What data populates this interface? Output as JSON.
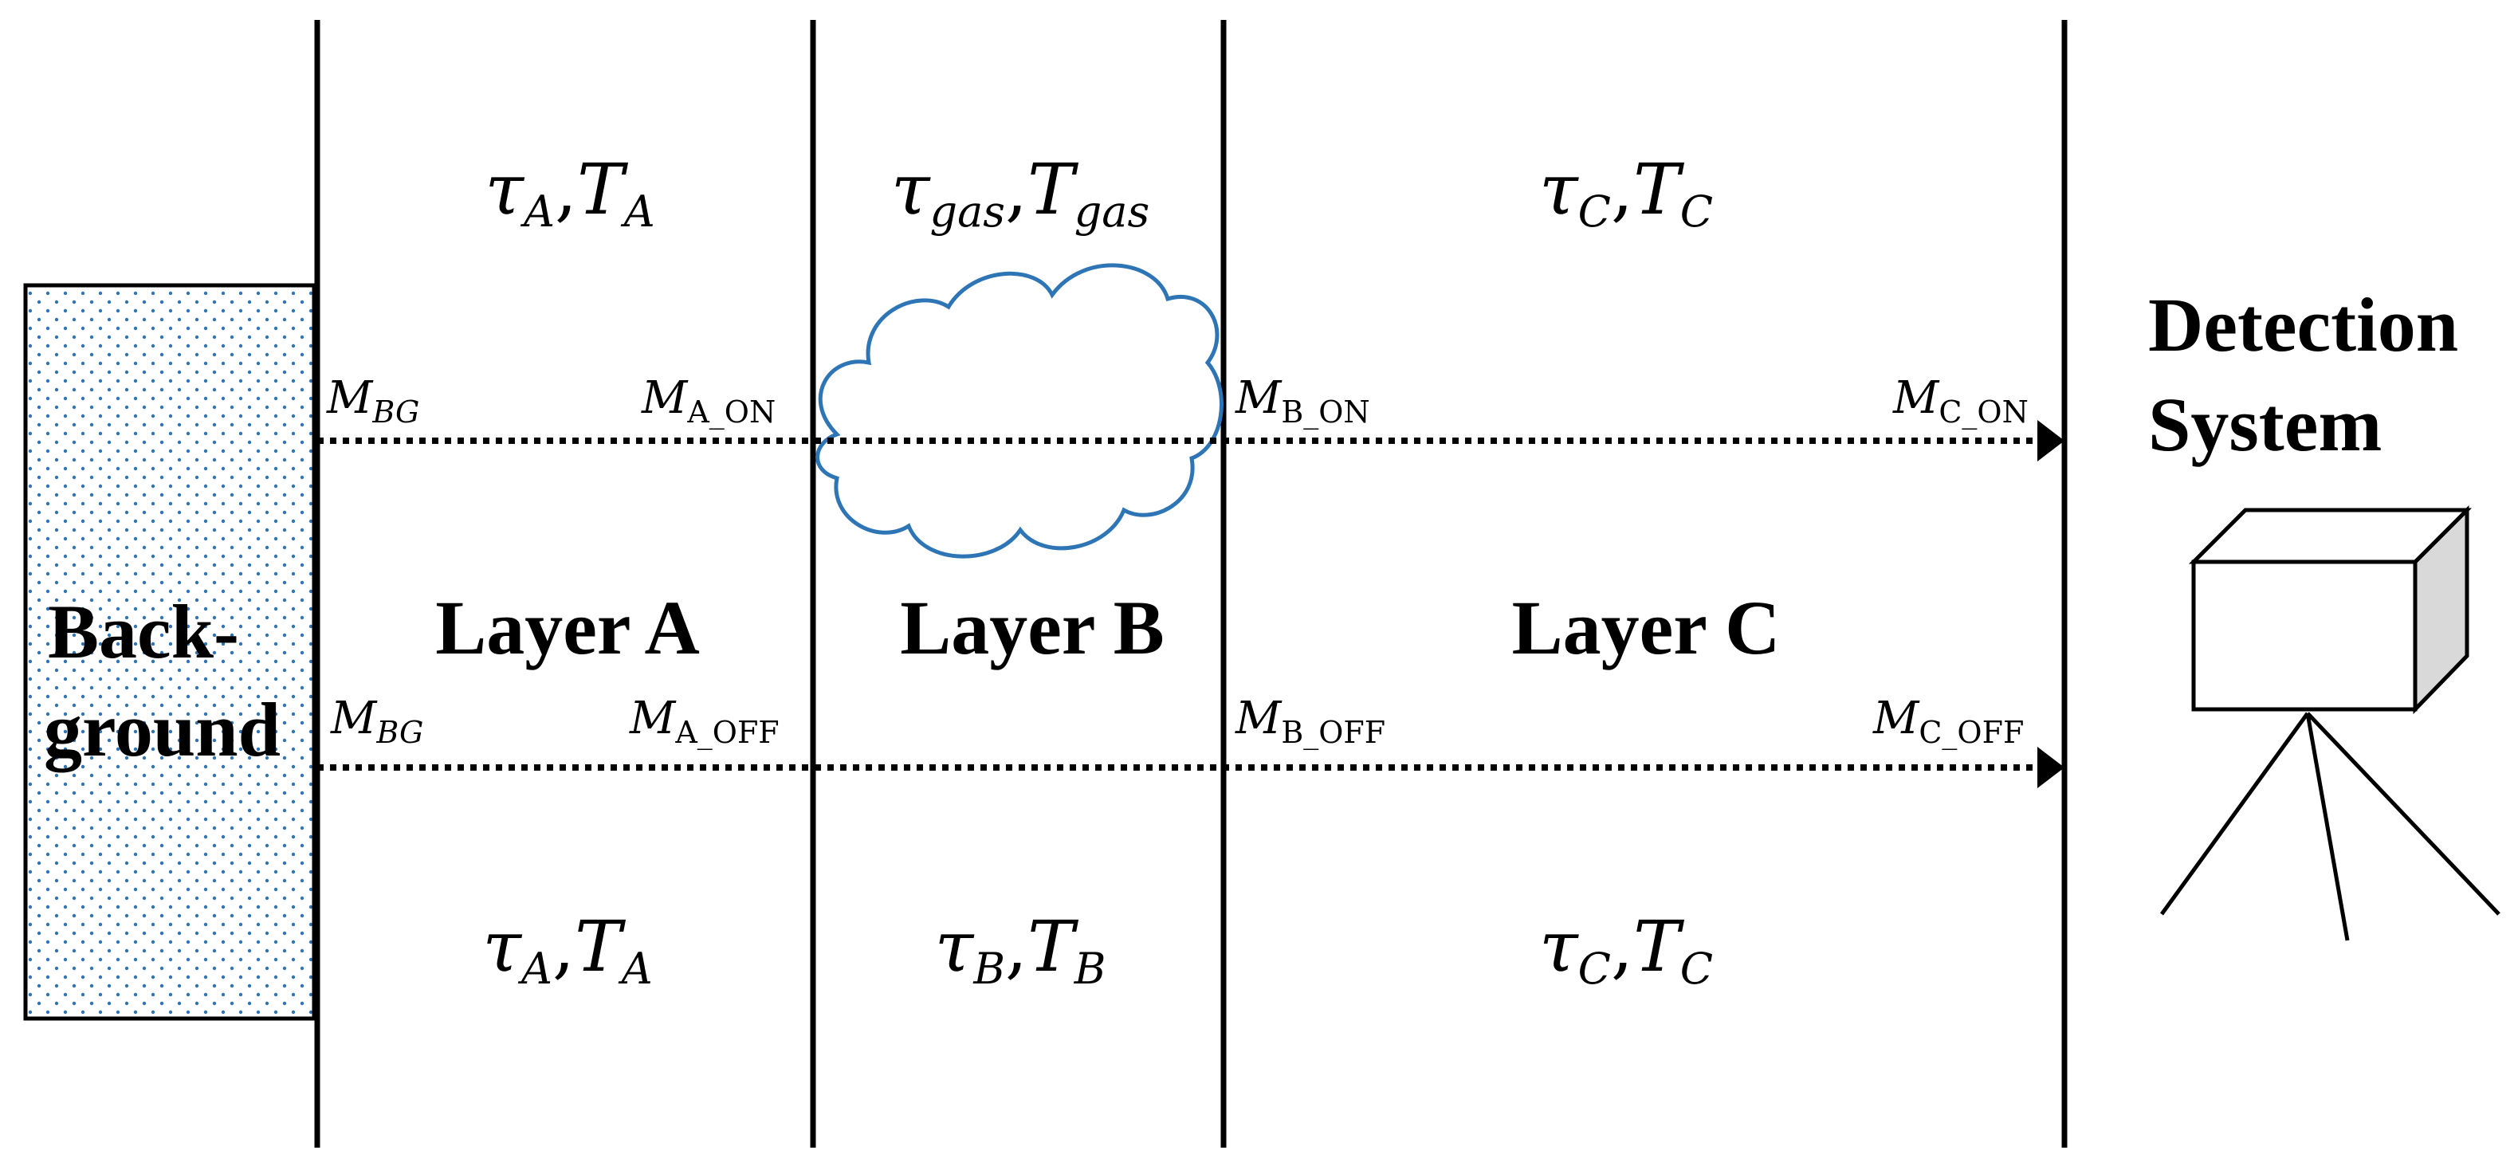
{
  "colors": {
    "ink": "#000000",
    "cloud_stroke": "#2E75B6",
    "dots": "#2E75B6",
    "camera_side": "#D9D9D9"
  },
  "background": {
    "label_line1": "Back-",
    "label_line2": "ground"
  },
  "detector": {
    "label_line1": "Detection",
    "label_line2": "System",
    "icon": "camera-on-tripod-icon"
  },
  "layers": [
    {
      "name": "Layer A",
      "top": {
        "tau_sub": "A",
        "t_sub": "A"
      },
      "bottom": {
        "tau_sub": "A",
        "t_sub": "A"
      }
    },
    {
      "name": "Layer B",
      "top": {
        "tau_sub": "gas",
        "t_sub": "gas"
      },
      "bottom": {
        "tau_sub": "B",
        "t_sub": "B"
      }
    },
    {
      "name": "Layer C",
      "top": {
        "tau_sub": "C",
        "t_sub": "C"
      },
      "bottom": {
        "tau_sub": "C",
        "t_sub": "C"
      }
    }
  ],
  "symbols": {
    "tau": "τ",
    "t": "T",
    "m": "M",
    "comma": ","
  },
  "rays": {
    "on": {
      "bg": "BG",
      "a": "A_ON",
      "b": "B_ON",
      "c": "C_ON"
    },
    "off": {
      "bg": "BG",
      "a": "A_OFF",
      "b": "B_OFF",
      "c": "C_OFF"
    }
  }
}
